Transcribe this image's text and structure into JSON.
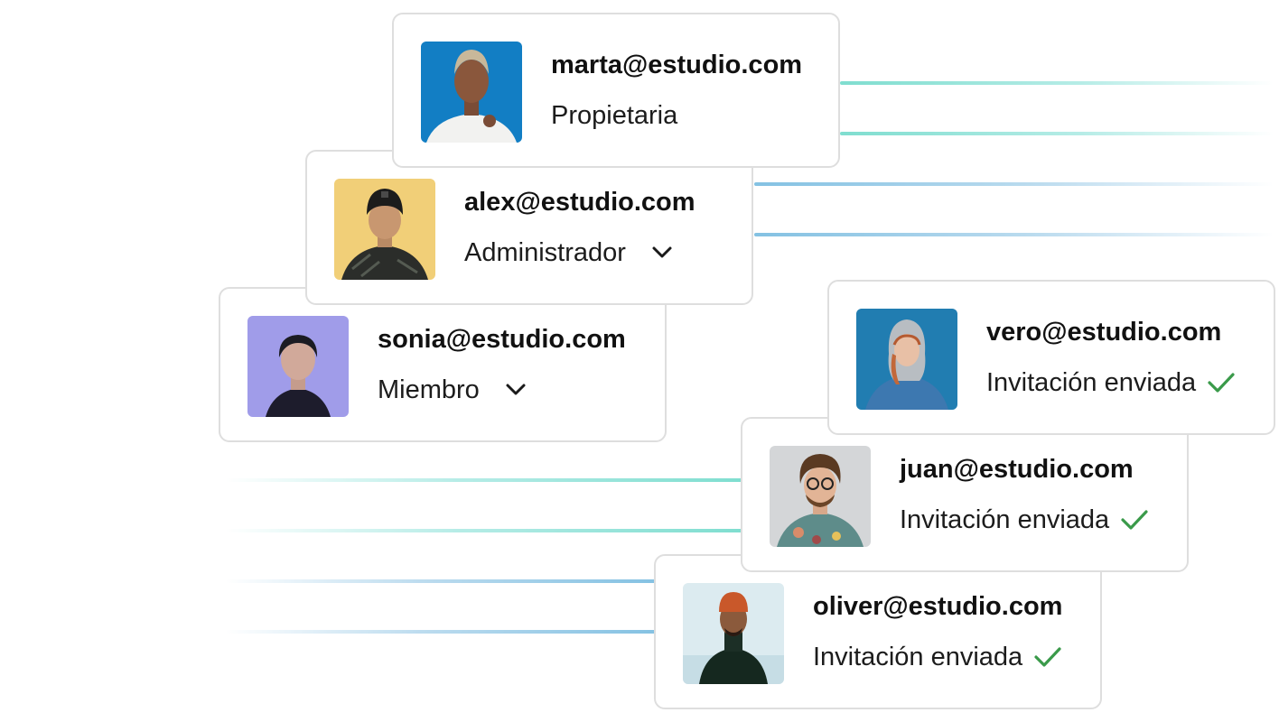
{
  "colors": {
    "card_border": "#dedede",
    "check_green": "#3a9a4a",
    "line_teal": "#78dccd",
    "line_blue": "#7dbee1"
  },
  "members": [
    {
      "email": "marta@estudio.com",
      "role": "Propietaria",
      "role_control": "none",
      "avatar_bg": "#1588cf"
    },
    {
      "email": "alex@estudio.com",
      "role": "Administrador",
      "role_control": "chevron-down-icon",
      "avatar_bg": "#f1cf78"
    },
    {
      "email": "sonia@estudio.com",
      "role": "Miembro",
      "role_control": "chevron-down-icon",
      "avatar_bg": "#a9a6ef"
    },
    {
      "email": "vero@estudio.com",
      "role": "Invitación enviada",
      "role_control": "check-icon",
      "avatar_bg": "#1d74a8"
    },
    {
      "email": "juan@estudio.com",
      "role": "Invitación enviada",
      "role_control": "check-icon",
      "avatar_bg": "#d4d6d8"
    },
    {
      "email": "oliver@estudio.com",
      "role": "Invitación enviada",
      "role_control": "check-icon",
      "avatar_bg": "#dcebf0"
    }
  ]
}
